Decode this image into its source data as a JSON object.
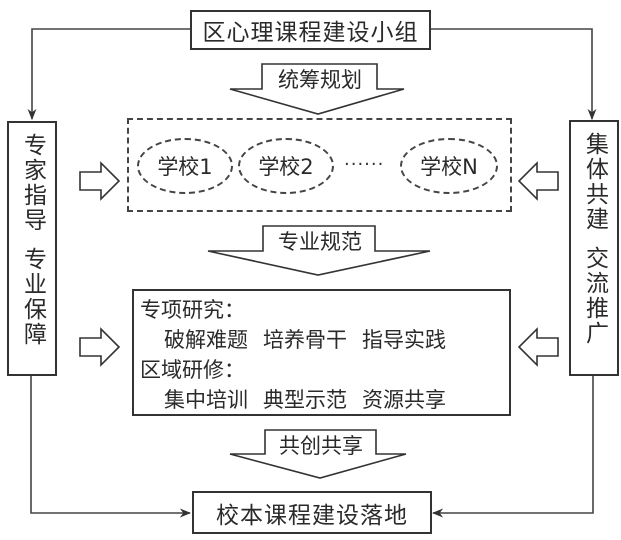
{
  "top_box": {
    "label": "区心理课程建设小组"
  },
  "flow_labels": {
    "step1": "统筹规划",
    "step2": "专业规范",
    "step3": "共创共享"
  },
  "schools": {
    "items": [
      "学校1",
      "学校2",
      "学校N"
    ],
    "ellipsis": "······"
  },
  "left_box": {
    "label": "专家指导 专业保障",
    "part1": "专家指导",
    "part2": "专业保障"
  },
  "right_box": {
    "label": "集体共建 交流推广",
    "part1": "集体共建",
    "part2": "交流推广"
  },
  "content_box": {
    "sections": [
      {
        "heading": "专项研究：",
        "items": [
          "破解难题",
          "培养骨干",
          "指导实践"
        ]
      },
      {
        "heading": "区域研修：",
        "items": [
          "集中培训",
          "典型示范",
          "资源共享"
        ]
      }
    ]
  },
  "bottom_box": {
    "label": "校本课程建设落地"
  }
}
